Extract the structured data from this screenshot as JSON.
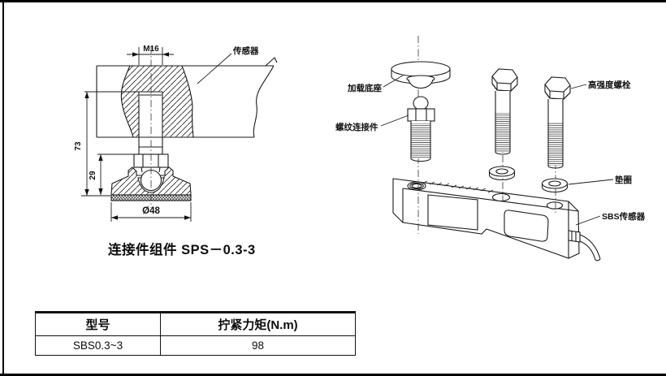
{
  "page": {
    "background": "#ffffff",
    "line_color": "#1a1a1a"
  },
  "left_diagram": {
    "caption": "连接件组件 SPS－0.3-3",
    "sensor_label": "传感器",
    "dim_thread": "M16",
    "dim_total_height": "73",
    "dim_foot_height": "29",
    "dim_foot_diameter": "Ø48"
  },
  "right_diagram": {
    "label_loading_base": "加载底座",
    "label_threaded_connector": "螺纹连接件",
    "label_high_strength_bolt": "高强度螺栓",
    "label_washer": "垫圈",
    "label_sbs_sensor": "SBS传感器"
  },
  "torque_table": {
    "headers": [
      "型号",
      "拧紧力矩(N.m)"
    ],
    "rows": [
      [
        "SBS0.3~3",
        "98"
      ]
    ]
  }
}
